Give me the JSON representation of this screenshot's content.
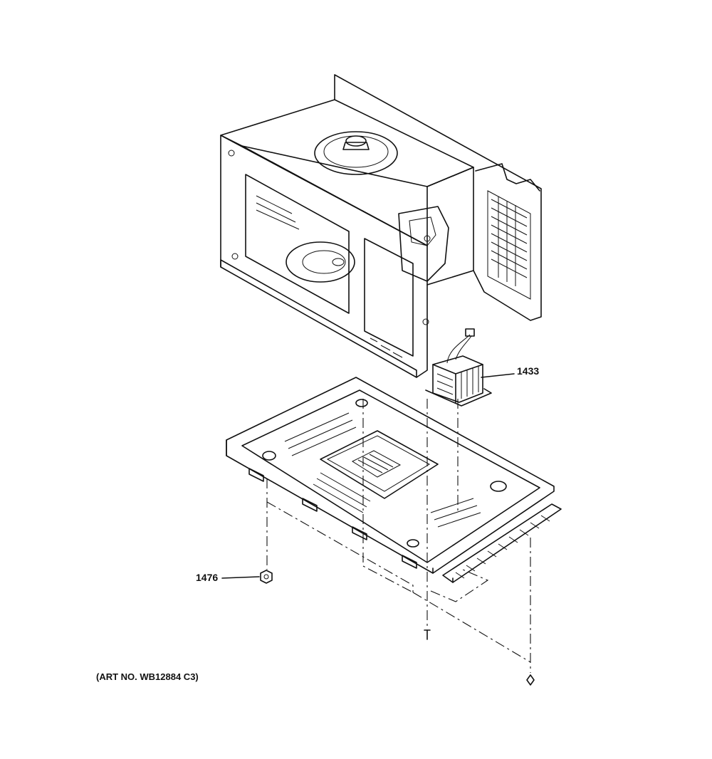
{
  "callouts": {
    "transformer": "1433",
    "nut": "1476"
  },
  "art_number": "(ART NO. WB12884 C3)",
  "colors": {
    "ink": "#111111",
    "paper": "#ffffff"
  }
}
